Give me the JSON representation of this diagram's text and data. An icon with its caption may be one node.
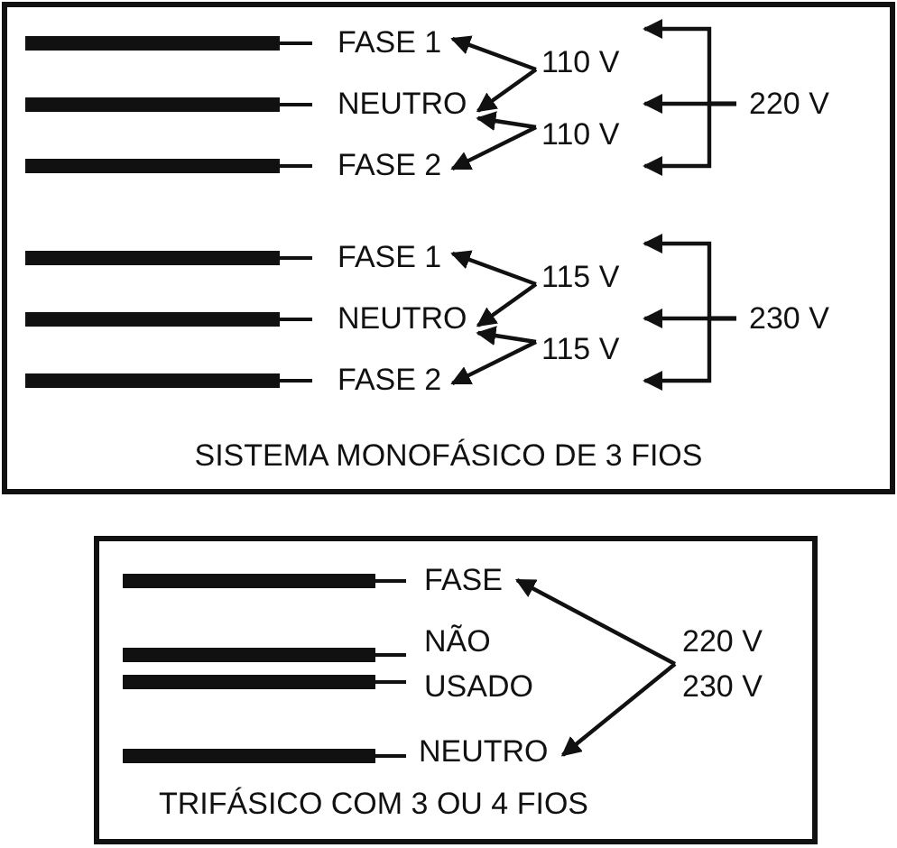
{
  "diagram": {
    "nodes": [
      {
        "text": [
          "SISTEMA MONOFÁSICO DE 3 FIOS"
        ]
      },
      {
        "text": [
          "FASE 1"
        ],
        "in": 0
      },
      {
        "text": [
          "NEUTRO"
        ],
        "in": 0
      },
      {
        "text": [
          "FASE 2"
        ],
        "in": 0
      },
      {
        "text": [
          "110 V"
        ],
        "in": 0
      },
      {
        "text": [
          "110 V"
        ],
        "in": 0
      },
      {
        "text": [
          "220 V"
        ],
        "in": 0
      },
      {
        "text": [
          "FASE 1"
        ],
        "in": 0
      },
      {
        "text": [
          "NEUTRO"
        ],
        "in": 0
      },
      {
        "text": [
          "FASE 2"
        ],
        "in": 0
      },
      {
        "text": [
          "115 V"
        ],
        "in": 0
      },
      {
        "text": [
          "115 V"
        ],
        "in": 0
      },
      {
        "text": [
          "230 V"
        ],
        "in": 0
      },
      {
        "text": [
          "TRIFÁSICO COM 3 OU 4 FIOS"
        ]
      },
      {
        "text": [
          "FASE"
        ],
        "in": 13
      },
      {
        "text": [
          "NÃO"
        ],
        "in": 13
      },
      {
        "text": [
          "USADO"
        ],
        "in": 13
      },
      {
        "text": [
          "NEUTRO"
        ],
        "in": 13
      },
      {
        "text": [
          "220 V",
          "230 V"
        ],
        "in": 13
      }
    ],
    "edges": [
      {
        "from": 4,
        "to": 1,
        "arrow": "to"
      },
      {
        "from": 4,
        "to": 2,
        "arrow": "to"
      },
      {
        "from": 5,
        "to": 2,
        "arrow": "to"
      },
      {
        "from": 5,
        "to": 3,
        "arrow": "to"
      },
      {
        "from": 6,
        "to": 4,
        "arrow": "to"
      },
      {
        "from": 6,
        "to": 4,
        "arrow": "to"
      },
      {
        "from": 6,
        "to": 5,
        "arrow": "to"
      },
      {
        "from": 10,
        "to": 7,
        "arrow": "to"
      },
      {
        "from": 10,
        "to": 8,
        "arrow": "to"
      },
      {
        "from": 11,
        "to": 8,
        "arrow": "to"
      },
      {
        "from": 11,
        "to": 9,
        "arrow": "to"
      },
      {
        "from": 12,
        "to": 10,
        "arrow": "to"
      },
      {
        "from": 12,
        "to": 10,
        "arrow": "to"
      },
      {
        "from": 12,
        "to": 11,
        "arrow": "to"
      },
      {
        "from": 18,
        "to": 14,
        "arrow": "to"
      },
      {
        "from": 18,
        "to": 17,
        "arrow": "to"
      }
    ]
  }
}
